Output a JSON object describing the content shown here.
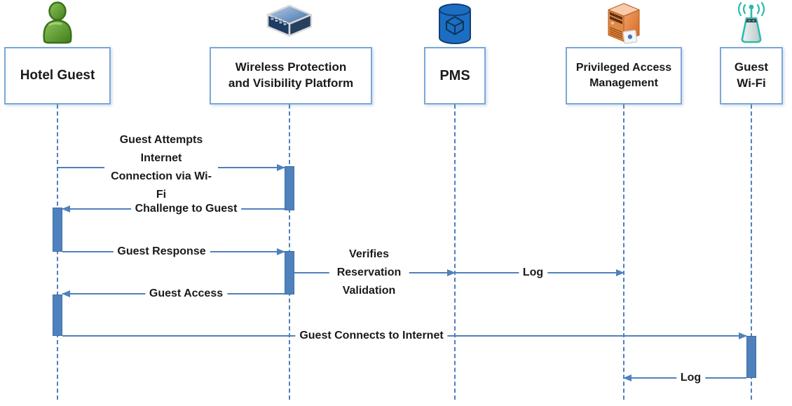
{
  "diagram": {
    "type": "uml-sequence-diagram",
    "colors": {
      "accent_blue": "#4f81bd",
      "activation_fill": "#4f81bd",
      "activation_border": "#3d6da8",
      "box_border": "#7ba7d7",
      "text": "#1a1a1a",
      "person_green": "#5a9e32",
      "appliance_navy": "#1e3c64",
      "database_blue": "#1b6ec2",
      "server_orange": "#ed7d31",
      "wifi_teal": "#2fb9ae"
    },
    "actors": [
      {
        "id": "hotel-guest",
        "label": "Hotel Guest",
        "icon": "person-icon"
      },
      {
        "id": "wireless-platform",
        "label": "Wireless Protection\nand Visibility Platform",
        "icon": "network-appliance-icon"
      },
      {
        "id": "pms",
        "label": "PMS",
        "icon": "database-icon"
      },
      {
        "id": "privileged-access-management",
        "label": "Privileged Access\nManagement",
        "icon": "server-tower-icon"
      },
      {
        "id": "guest-wifi",
        "label": "Guest\nWi-Fi",
        "icon": "wifi-access-point-icon"
      }
    ],
    "messages": [
      {
        "label": "Guest Attempts Internet\nConnection via Wi-Fi",
        "from": "Hotel Guest",
        "to": "Wireless Protection and Visibility Platform",
        "direction": "right"
      },
      {
        "label": "Challenge to Guest",
        "from": "Wireless Protection and Visibility Platform",
        "to": "Hotel Guest",
        "direction": "left"
      },
      {
        "label": "Guest Response",
        "from": "Hotel Guest",
        "to": "Wireless Protection and Visibility Platform",
        "direction": "right"
      },
      {
        "label": "Verifies Reservation\nValidation",
        "from": "Wireless Protection and Visibility Platform",
        "to": "PMS",
        "direction": "right"
      },
      {
        "label": "Log",
        "from": "PMS",
        "to": "Privileged Access Management",
        "direction": "right"
      },
      {
        "label": "Guest Access",
        "from": "Wireless Protection and Visibility Platform",
        "to": "Hotel Guest",
        "direction": "left"
      },
      {
        "label": "Guest Connects to Internet",
        "from": "Hotel Guest",
        "to": "Guest Wi-Fi",
        "direction": "right"
      },
      {
        "label": "Log",
        "from": "Guest Wi-Fi",
        "to": "Privileged Access Management",
        "direction": "left"
      }
    ]
  }
}
